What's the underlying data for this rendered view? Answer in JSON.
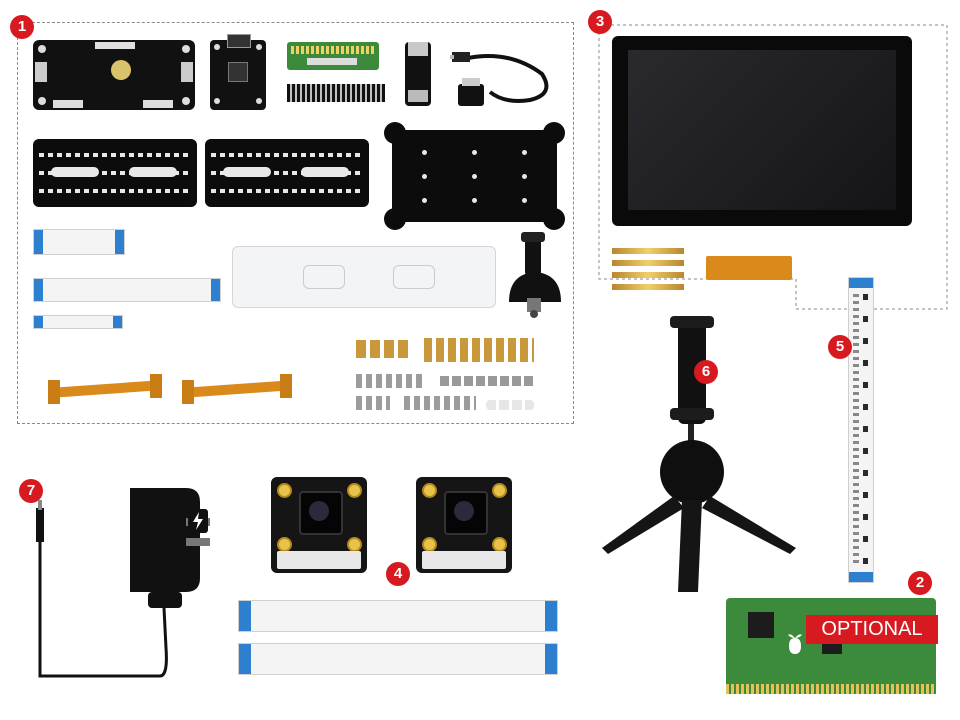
{
  "labels": {
    "item1": "1",
    "item2": "2",
    "item3": "3",
    "item4": "4",
    "item5": "5",
    "item6": "6",
    "item7": "7",
    "optional": "OPTIONAL"
  },
  "colors": {
    "badge": "#d71920",
    "pcb_green": "#3c8a3c",
    "flex_cable": "#d98a1a",
    "ribbon_tab": "#2f7fd0"
  },
  "icons": {
    "adapter_bolt": "lightning-bolt-icon",
    "raspberry_logo": "raspberry-pi-logo-icon"
  }
}
